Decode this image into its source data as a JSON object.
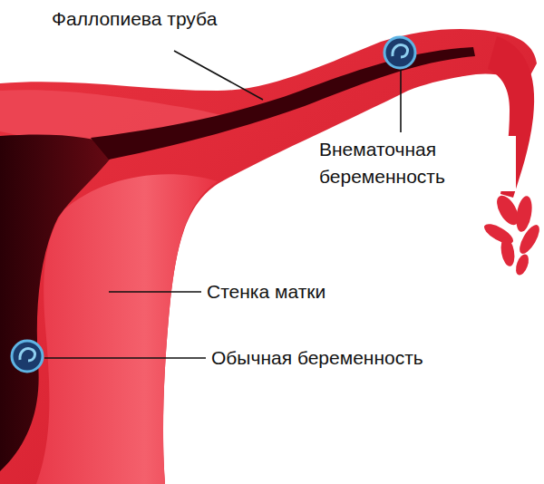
{
  "diagram": {
    "labels": [
      "Фаллопиева труба",
      "Внематочная беременность",
      "Стенка матки",
      "Обычная беременность"
    ]
  }
}
